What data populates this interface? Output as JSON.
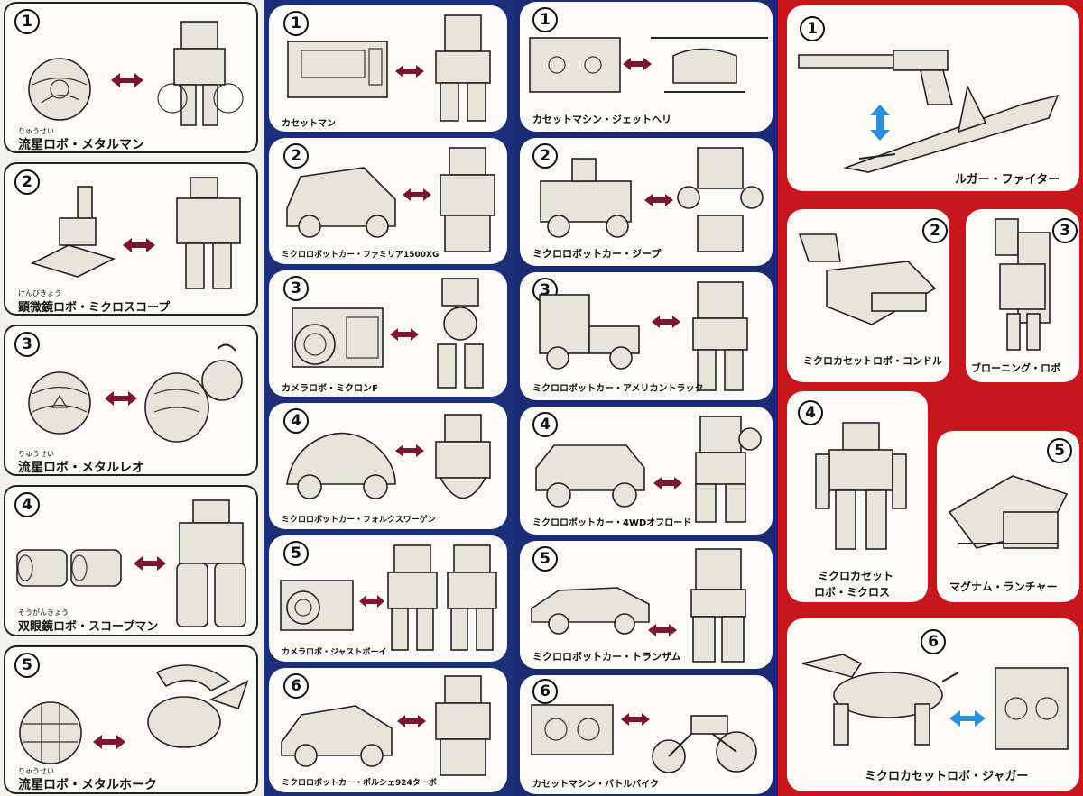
{
  "col1": {
    "items": [
      {
        "num": "1",
        "ruby": "りゅうせい",
        "label": "流星ロボ・メタルマン"
      },
      {
        "num": "2",
        "ruby": "けんびきょう",
        "label": "顕微鏡ロボ・ミクロスコープ"
      },
      {
        "num": "3",
        "ruby": "りゅうせい",
        "label": "流星ロボ・メタルレオ"
      },
      {
        "num": "4",
        "ruby": "そうがんきょう",
        "label": "双眼鏡ロボ・スコープマン"
      },
      {
        "num": "5",
        "ruby": "りゅうせい",
        "label": "流星ロボ・メタルホーク"
      }
    ]
  },
  "col2": {
    "items": [
      {
        "num": "1",
        "label": "カセットマン"
      },
      {
        "num": "2",
        "label": "ミクロロボットカー・ファミリア1500XG"
      },
      {
        "num": "3",
        "label": "カメラロボ・ミクロンF"
      },
      {
        "num": "4",
        "label": "ミクロロボットカー・フォルクスワーゲン"
      },
      {
        "num": "5",
        "label": "カメラロボ・ジャストボーイ"
      },
      {
        "num": "6",
        "label": "ミクロロボットカー・ポルシェ924ターボ"
      }
    ]
  },
  "col3": {
    "items": [
      {
        "num": "1",
        "label": "カセットマシン・ジェットヘリ"
      },
      {
        "num": "2",
        "label": "ミクロロボットカー・ジープ"
      },
      {
        "num": "3",
        "label": "ミクロロボットカー・アメリカントラック"
      },
      {
        "num": "4",
        "label": "ミクロロボットカー・4WDオフロード"
      },
      {
        "num": "5",
        "label": "ミクロロボットカー・トランザム"
      },
      {
        "num": "6",
        "label": "カセットマシン・バトルバイク"
      }
    ]
  },
  "col4": {
    "items": [
      {
        "num": "1",
        "label": "ルガー・ファイター"
      },
      {
        "num": "2",
        "label": "ミクロカセットロボ・コンドル"
      },
      {
        "num": "3",
        "label": "ブローニング・ロボ"
      },
      {
        "num": "4",
        "label": "ミクロカセット",
        "label2": "ロボ・ミクロス"
      },
      {
        "num": "5",
        "label": "マグナム・ランチャー"
      },
      {
        "num": "6",
        "label": "ミクロカセットロボ・ジャガー"
      }
    ]
  },
  "colors": {
    "arrow_maroon": "#7a1535",
    "arrow_blue": "#2b8fe0",
    "col4_bg": "#c8161d",
    "col2_bg": "#1d2f7a"
  }
}
